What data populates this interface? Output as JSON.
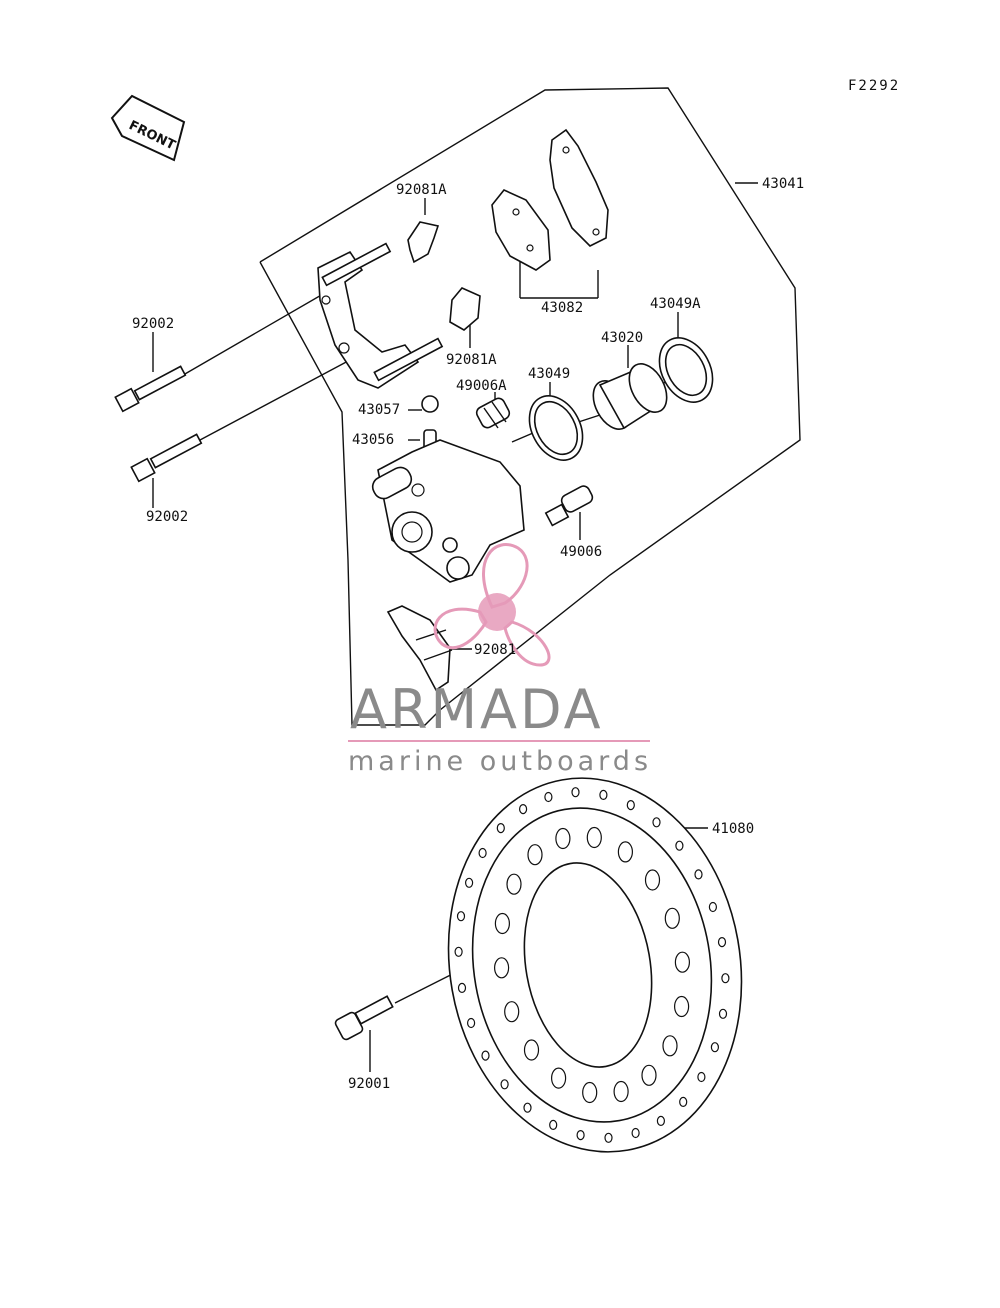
{
  "diagram": {
    "ref_code": "F2292",
    "front_label": "FRONT",
    "parts": {
      "p43041": "43041",
      "p92081A_top": "92081A",
      "p43082": "43082",
      "p43049A": "43049A",
      "p43020": "43020",
      "p92002_top": "92002",
      "p92081A_mid": "92081A",
      "p49006A": "49006A",
      "p43049": "43049",
      "p43057": "43057",
      "p43056": "43056",
      "p92002_bottom": "92002",
      "p49006": "49006",
      "p92081": "92081",
      "p41080": "41080",
      "p92001": "92001"
    }
  },
  "watermark": {
    "brand": "ARMADA",
    "tagline": "marine outboards",
    "accent_color": "#e59ab8",
    "text_color": "#8a8a8a"
  }
}
